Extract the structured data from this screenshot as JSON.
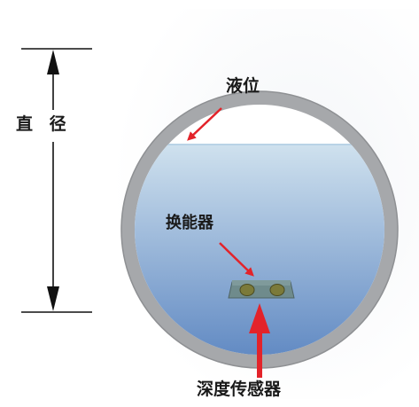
{
  "labels": {
    "diameter": "直 径",
    "liquid_level": "液位",
    "transducer": "换能器",
    "depth_sensor": "深度传感器"
  },
  "colors": {
    "pipe_wall": "#a6a8ab",
    "pipe_wall_edge": "#8e9093",
    "air_space": "#ffffff",
    "water_top": "#cfe1ee",
    "water_bottom": "#5f88c2",
    "arrow_red": "#e3232a",
    "dimension_line": "#111111",
    "sensor_body": "#6f8b8c",
    "sensor_eye": "#7b7a3a"
  },
  "icons": {
    "level_pointer": "red-arrow-icon",
    "transducer_pointer": "red-arrow-icon",
    "sensor_pointer": "red-arrow-up-icon"
  }
}
